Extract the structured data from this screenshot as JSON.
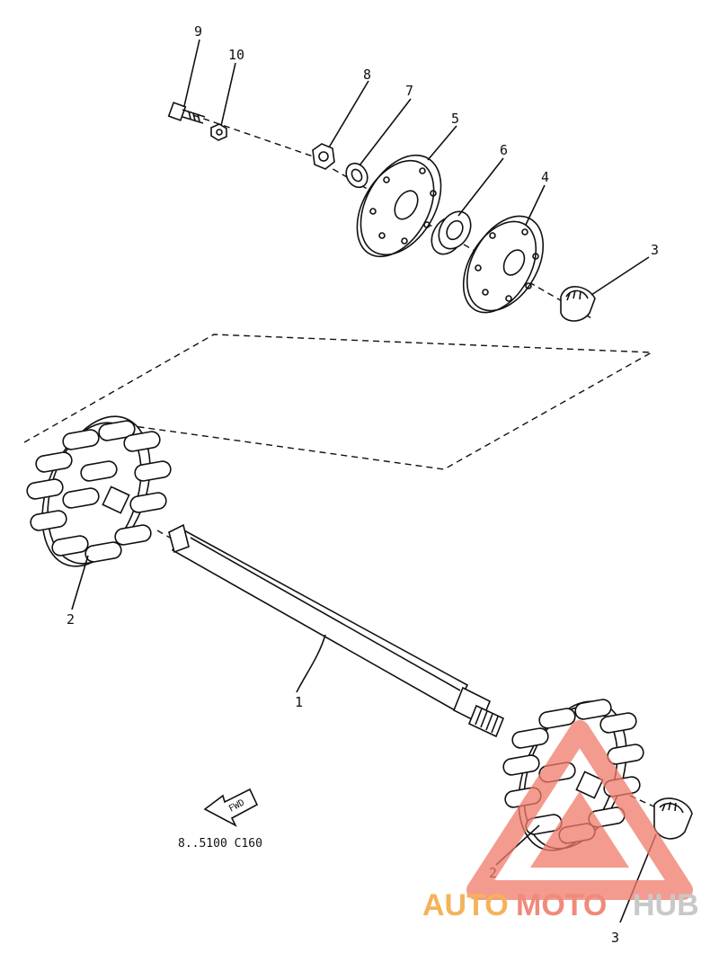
{
  "callouts": [
    {
      "id": "c9",
      "text": "9"
    },
    {
      "id": "c10",
      "text": "10"
    },
    {
      "id": "c8",
      "text": "8"
    },
    {
      "id": "c7",
      "text": "7"
    },
    {
      "id": "c5",
      "text": "5"
    },
    {
      "id": "c6",
      "text": "6"
    },
    {
      "id": "c4",
      "text": "4"
    },
    {
      "id": "c3a",
      "text": "3"
    },
    {
      "id": "c2a",
      "text": "2"
    },
    {
      "id": "c1",
      "text": "1"
    },
    {
      "id": "c2b",
      "text": "2"
    },
    {
      "id": "c3b",
      "text": "3"
    }
  ],
  "fwd_label": "FWD",
  "diagram_code": "8..5100 C160",
  "watermark": {
    "part1": "AUTO",
    "part2": "MOTO",
    "part3": "HUB",
    "color1": "#f5b25a",
    "color2": "#f08a7a",
    "color3": "#c8c8c8",
    "triangle_color": "#f07a6a"
  }
}
